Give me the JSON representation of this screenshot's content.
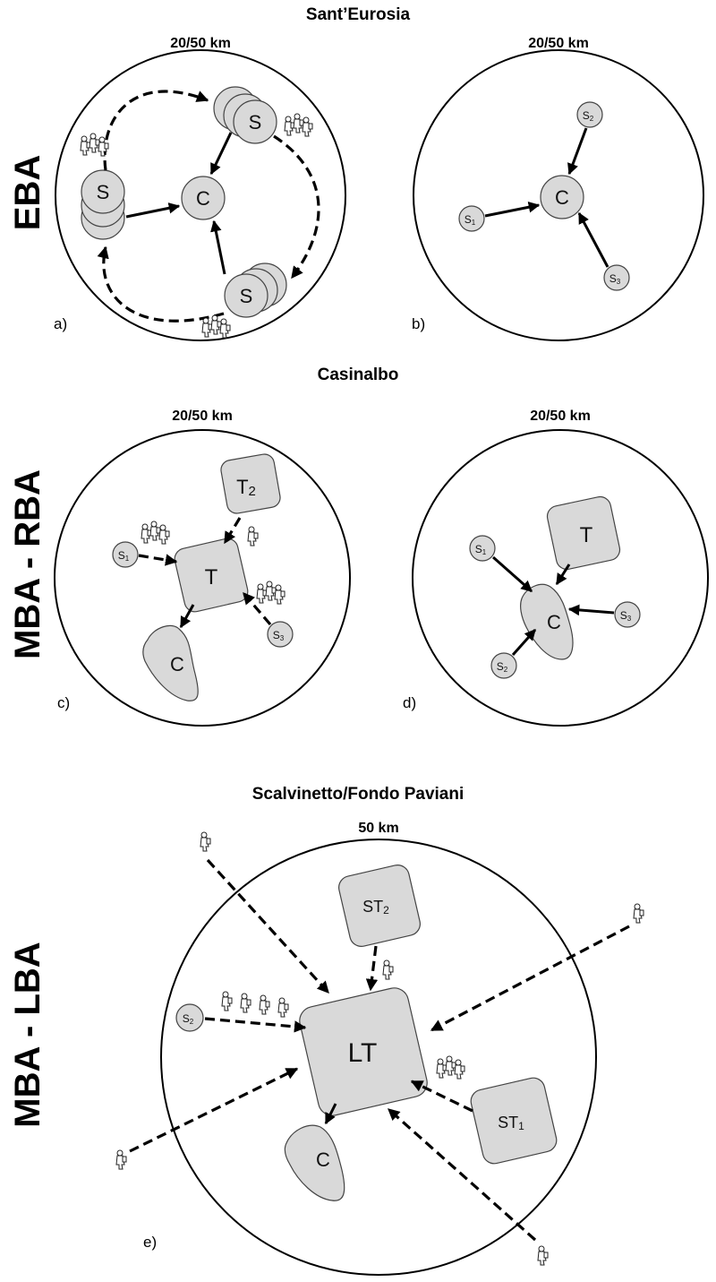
{
  "titles": {
    "top": "Sant’Eurosia",
    "middle": "Casinalbo",
    "bottom": "Scalvinetto/Fondo Paviani"
  },
  "periods": {
    "eba": "EBA",
    "mba_rba": "MBA - RBA",
    "mba_lba": "MBA - LBA"
  },
  "panels": {
    "a": {
      "label": "a)",
      "distance": "20/50 km"
    },
    "b": {
      "label": "b)",
      "distance": "20/50 km"
    },
    "c": {
      "label": "c)",
      "distance": "20/50 km"
    },
    "d": {
      "label": "d)",
      "distance": "20/50 km"
    },
    "e": {
      "label": "e)",
      "distance": "50 km"
    }
  },
  "nodes": {
    "S": "S",
    "C": "C",
    "T": "T",
    "LT": "LT",
    "ST": "ST",
    "sub1": "1",
    "sub2": "2",
    "sub3": "3"
  }
}
